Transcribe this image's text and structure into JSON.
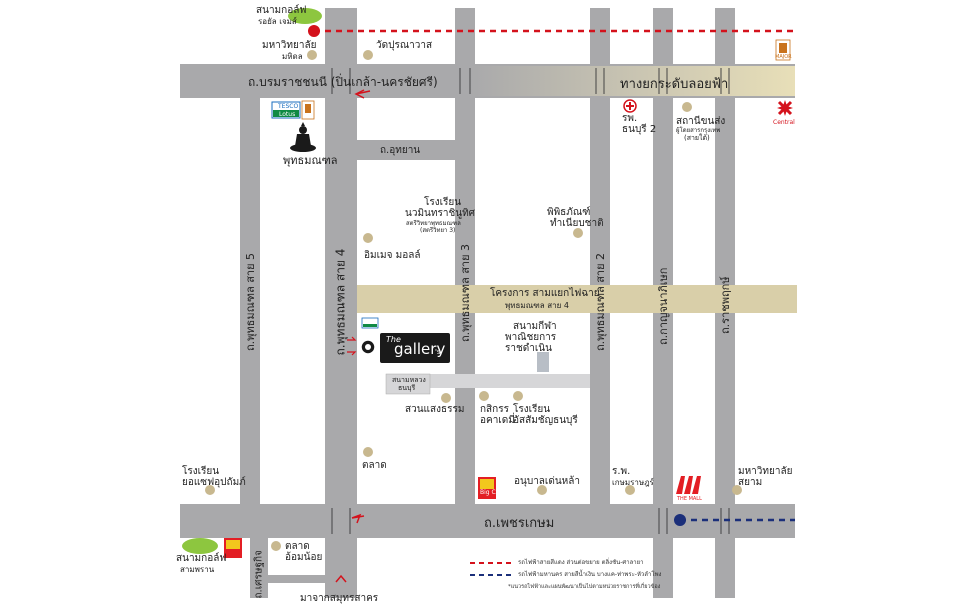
{
  "roads": {
    "borommaratchachonnani": "ถ.บรมราชชนนี (ปิ่นเกล้า-นครชัยศรี)",
    "expressway": "ทางยกระดับลอยฟ้า",
    "uttayan": "ถ.อุทยาน",
    "phetkasem": "ถ.เพชรเกษม",
    "phutthamonthon5": "ถ.พุทธมณฑล สาย 5",
    "phutthamonthon4": "ถ.พุทธมณฑล สาย 4",
    "phutthamonthon3": "ถ.พุทธมณฑล สาย 3",
    "phutthamonthon2": "ถ.พุทธมณฑล สาย 2",
    "kanchanaphisek": "ถ.กาญจนาภิเษก",
    "ratchaphruek": "ถ.ราชพฤกษ์",
    "setthakit": "ถ.เศรษฐกิจ",
    "project_line1": "โครงการ สามแยกไฟฉาย",
    "project_line2": "พุทธมณฑล สาย 4",
    "bottom_direction": "มาจากสมุทรสาคร"
  },
  "places": {
    "golf_royal_line1": "สนามกอล์ฟ",
    "golf_royal_line2": "รอยัล เจมส์",
    "mahidol_line1": "มหาวิทยาลัย",
    "mahidol_line2": "มหิดล",
    "wat": "วัดปุรณาวาส",
    "tesco_lotus": "Lotus",
    "tesco_small": "TESCO",
    "phutthamonthon": "พุทธมณฑล",
    "school_line1": "โรงเรียน",
    "school_line2": "นวมินทราชินูทิศ",
    "school_line3": "สตรีวิทยาพุทธมณฑล",
    "school_line4": "(สตรีวิทยา 3)",
    "imm_mall": "อิมเมจ มอลล์",
    "museum_line1": "พิพิธภัณฑ์",
    "museum_line2": "ทำเนียบชาติ",
    "hosp_thon_line1": "รพ.",
    "hosp_thon_line2": "ธนบุรี 2",
    "station_line1": "สถานีขนส่ง",
    "station_line2": "ผู้โดยสารกรุงเทพ",
    "station_line3": "(สายใต้)",
    "gallery_the": "The",
    "gallery_name": "gallery",
    "gallery_suffix": "'s",
    "stadium_line1": "สนามกีฬา",
    "stadium_line2": "พาณิชยการ",
    "stadium_line3": "ราชดำเนิน",
    "field_line1": "สนามหลวง",
    "field_line2": "ธนบุรี",
    "garden": "สวนแสงธรรม",
    "kasikorn_line1": "กสิกรร",
    "kasikorn_line2": "อคาเดมี่",
    "assumption_line1": "โรงเรียน",
    "assumption_line2": "อัสสัมชัญธนบุรี",
    "market": "ตลาด",
    "school_sb_line1": "โรงเรียน",
    "school_sb_line2": "ยอแซฟอุปถัมภ์",
    "kindergarten": "อนุบาลเด่นหล้า",
    "hosp_kasem_line1": "ร.พ.",
    "hosp_kasem_line2": "เกษมราษฎร์",
    "siam_uni_line1": "มหาวิทยาลัย",
    "siam_uni_line2": "สยาม",
    "golf_sp_line1": "สนามกอล์ฟ",
    "golf_sp_line2": "สามพราน",
    "market_om_line1": "ตลาด",
    "market_om_line2": "อ้อมน้อย",
    "themall": "THE MALL",
    "central": "Central",
    "bigc": "Big C",
    "major_top": "MAJOR"
  },
  "legend": {
    "red_line": "รถไฟฟ้าสายสีแดง ส่วนต่อขยาย ตลิ่งชัน-ศาลายา",
    "blue_line": "รถไฟฟ้ามหานคร สายสีน้ำเงิน บางแค-ท่าพระ-หัวลำโพง",
    "note": "*แนวรถไฟฟ้าและแผนพัฒนาเป็นไปตามหน่วยราชการที่เกี่ยวข้อง"
  },
  "colors": {
    "road": "#a9a9ab",
    "expressway_band": "#e8dfb8",
    "project_band": "#d9cfa9",
    "marker": "#c8b88f",
    "red_line": "#d4121c",
    "blue_line": "#1b2f7a",
    "gallery_bg": "#1a1a1a",
    "golf": "#8dc63f",
    "bigc_red": "#e31e24",
    "bigc_yellow": "#f2c71d",
    "stadium": "#b8bec6"
  }
}
